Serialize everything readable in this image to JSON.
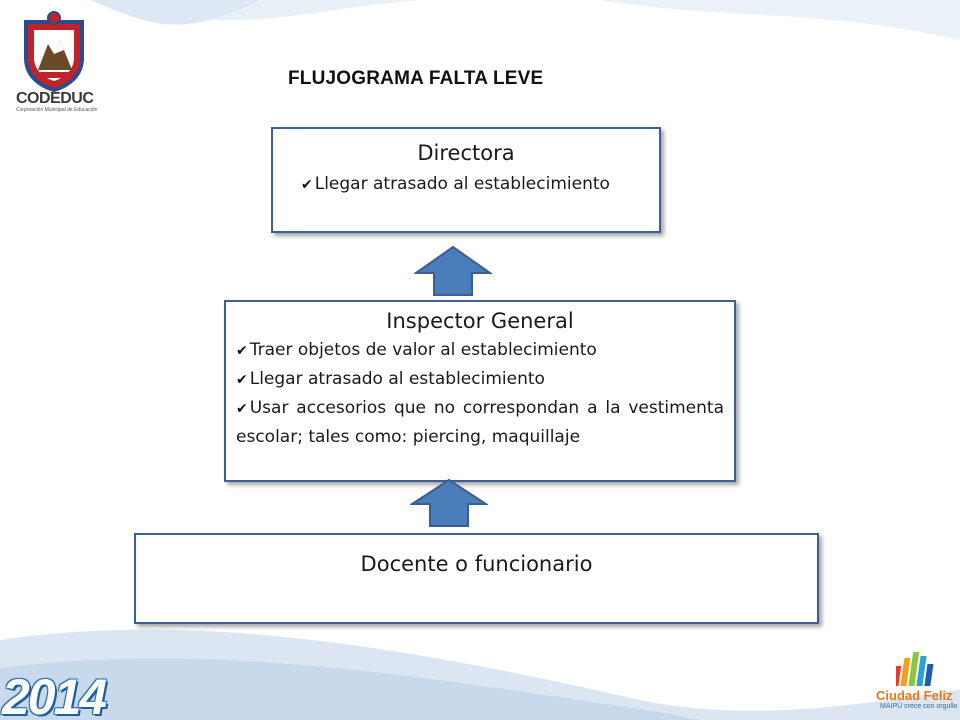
{
  "title": "FLUJOGRAMA FALTA  LEVE",
  "logos": {
    "codeduc_name": "CODEDUC",
    "codeduc_sub": "Corporación Municipal de Educación",
    "year": "2014",
    "ciudad_feliz": "Ciudad Feliz",
    "ciudad_feliz_sub": "MAIPÚ crece con orgullo"
  },
  "boxes": {
    "directora": {
      "title": "Directora",
      "items": [
        "Llegar atrasado al establecimiento"
      ]
    },
    "inspector": {
      "title": "Inspector General",
      "items": [
        "Traer objetos de valor al establecimiento",
        "Llegar atrasado al establecimiento",
        "Usar accesorios que no correspondan a la vestimenta escolar; tales como: piercing, maquillaje"
      ]
    },
    "docente": {
      "title": "Docente o funcionario"
    }
  },
  "colors": {
    "box_border": "#3d5f95",
    "arrow_fill": "#4a7ebb",
    "arrow_stroke": "#3a5f8f",
    "wave_light": "#e4edf7",
    "wave_mid": "#c9d9ec"
  }
}
